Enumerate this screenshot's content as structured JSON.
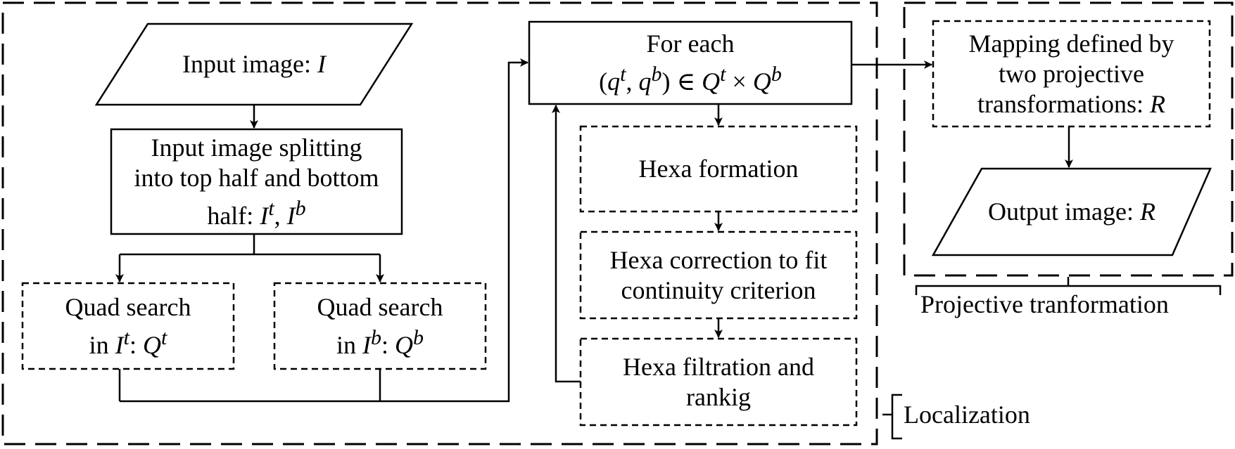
{
  "nodes": {
    "input": {
      "text": "Input image: ",
      "math": "I"
    },
    "split": {
      "lines": [
        "Input image splitting",
        "into top half and bottom"
      ],
      "last_text": "half: ",
      "last_math": "I",
      "last_sup": "t",
      "last_sep": ", ",
      "last_math2": "I",
      "last_sup2": "b"
    },
    "quad_top": {
      "line1": "Quad search",
      "pre": "in ",
      "math": "I",
      "sup": "t",
      "mid": ": ",
      "math2": "Q",
      "sup2": "t"
    },
    "quad_bottom": {
      "line1": "Quad search",
      "pre": "in ",
      "math": "I",
      "sup": "b",
      "mid": ": ",
      "math2": "Q",
      "sup2": "b"
    },
    "foreach": {
      "line1": "For each",
      "open": "(",
      "q1": "q",
      "s1": "t",
      "comma": ", ",
      "q2": "q",
      "s2": "b",
      "close": ")",
      "in": " ∈ ",
      "Q1": "Q",
      "S1": "t",
      "times": " × ",
      "Q2": "Q",
      "S2": "b"
    },
    "hexa_formation": {
      "text": "Hexa formation"
    },
    "hexa_correction": {
      "lines": [
        "Hexa correction to fit",
        "continuity criterion"
      ]
    },
    "hexa_filtration": {
      "lines": [
        "Hexa filtration and",
        "rankig"
      ]
    },
    "mapping": {
      "lines": [
        "Mapping defined by",
        "two projective"
      ],
      "last_text": "transformations: ",
      "last_math": "R"
    },
    "output": {
      "text": "Output image: ",
      "math": "R"
    }
  },
  "groups": {
    "localization": "Localization",
    "projective": "Projective tranformation"
  }
}
